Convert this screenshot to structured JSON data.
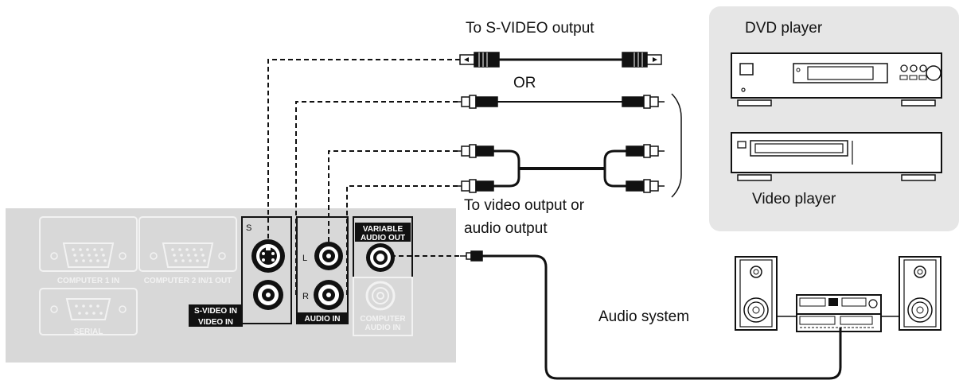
{
  "labels": {
    "svideo_output": "To S-VIDEO output",
    "or": "OR",
    "dvd_player": "DVD player",
    "video_player": "Video player",
    "video_audio_output_line1": "To video output or",
    "video_audio_output_line2": "audio output",
    "audio_system": "Audio system"
  },
  "panel": {
    "computer1_in": "COMPUTER 1 IN",
    "computer2_in_out": "COMPUTER 2 IN/1 OUT",
    "serial": "SERIAL",
    "s_label": "S",
    "svideo_in": "S-VIDEO IN",
    "video_in": "VIDEO IN",
    "l_label": "L",
    "r_label": "R",
    "audio_in": "AUDIO IN",
    "variable_audio_out_line1": "VARIABLE",
    "variable_audio_out_line2": "AUDIO OUT",
    "computer_audio_in_line1": "COMPUTER",
    "computer_audio_in_line2": "AUDIO IN"
  },
  "colors": {
    "panel_bg": "#d8d8d8",
    "device_bg": "#e6e6e6",
    "line": "#111111",
    "faded": "#f2f2f2"
  }
}
